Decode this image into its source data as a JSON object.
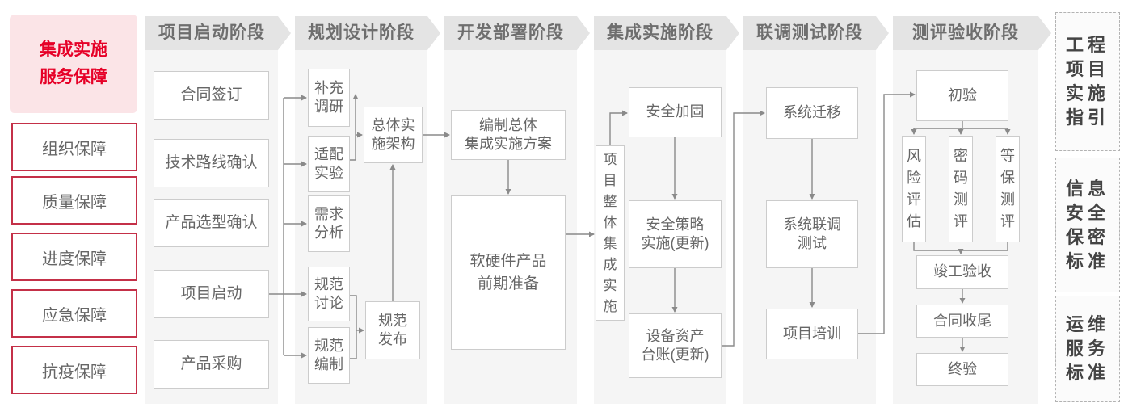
{
  "sidebar": {
    "title": "集成实施\n服务保障",
    "items": [
      "组织保障",
      "质量保障",
      "进度保障",
      "应急保障",
      "抗疫保障"
    ]
  },
  "phases": [
    {
      "header": "项目启动阶段",
      "boxes": [
        "合同签订",
        "技术路线确认",
        "产品选型确认",
        "项目启动",
        "产品采购"
      ]
    },
    {
      "header": "规划设计阶段",
      "boxes": [
        "补充\n调研",
        "适配\n实验",
        "需求\n分析",
        "规范\n讨论",
        "规范\n编制",
        "总体实\n施架构",
        "规范\n发布"
      ]
    },
    {
      "header": "开发部署阶段",
      "boxes": [
        "编制总体\n集成实施方案",
        "软硬件产品\n前期准备"
      ]
    },
    {
      "header": "集成实施阶段",
      "boxes": [
        "项目整体集成实施",
        "安全加固",
        "安全策略\n实施(更新)",
        "设备资产\n台账(更新)"
      ]
    },
    {
      "header": "联调测试阶段",
      "boxes": [
        "系统迁移",
        "系统联调\n测试",
        "项目培训"
      ]
    },
    {
      "header": "测评验收阶段",
      "boxes": [
        "初验",
        "风险评估",
        "密码测评",
        "等保测评",
        "竣工验收",
        "合同收尾",
        "终验"
      ]
    }
  ],
  "standards": [
    "工程项目实施指引",
    "信息安全保密标准",
    "运维服务标准"
  ],
  "colors": {
    "accent_red": "#e60027",
    "border_red": "#c43048",
    "panel_gray": "#f5f5f5",
    "header_gray": "#e4e4e4",
    "line_gray": "#8a8a8a"
  }
}
